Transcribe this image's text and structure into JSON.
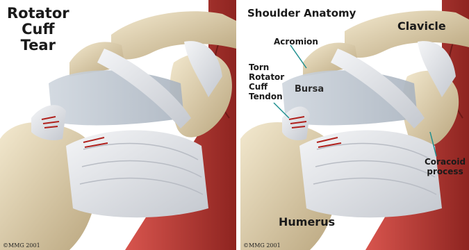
{
  "left_panel": {
    "title_lines": [
      "Rotator",
      "Cuff",
      "Tear"
    ],
    "copyright": "©MMG 2001"
  },
  "right_panel": {
    "title": "Shoulder Anatomy",
    "labels": {
      "clavicle": "Clavicle",
      "acromion": "Acromion",
      "torn_lines": [
        "Torn",
        "Rotator",
        "Cuff",
        "Tendon"
      ],
      "bursa": "Bursa",
      "coracoid_lines": [
        "Coracoid",
        "process"
      ],
      "humerus": "Humerus"
    },
    "copyright": "©MMG 2001"
  },
  "colors": {
    "bone": "#e6d8b8",
    "bone_shadow": "#b7a37c",
    "tendon": "#dfe2e6",
    "muscle": "#b8332e",
    "background": "#ffffff",
    "leader_line": "#1f8f8f"
  }
}
